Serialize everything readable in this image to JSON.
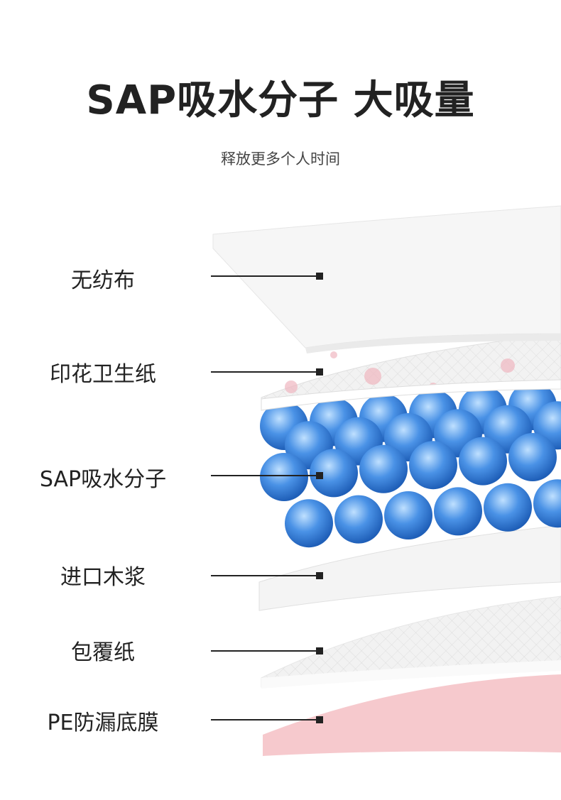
{
  "header": {
    "title": "SAP吸水分子 大吸量",
    "subtitle": "释放更多个人时间"
  },
  "layers": [
    {
      "label": "无纺布"
    },
    {
      "label": "印花卫生纸"
    },
    {
      "label": "SAP吸水分子"
    },
    {
      "label": "进口木浆"
    },
    {
      "label": "包覆纸"
    },
    {
      "label": "PE防漏底膜"
    }
  ],
  "colors": {
    "sap": "#3f86e0",
    "pe": "#f6c9cd",
    "tissue_print": "#f0b7c0"
  }
}
